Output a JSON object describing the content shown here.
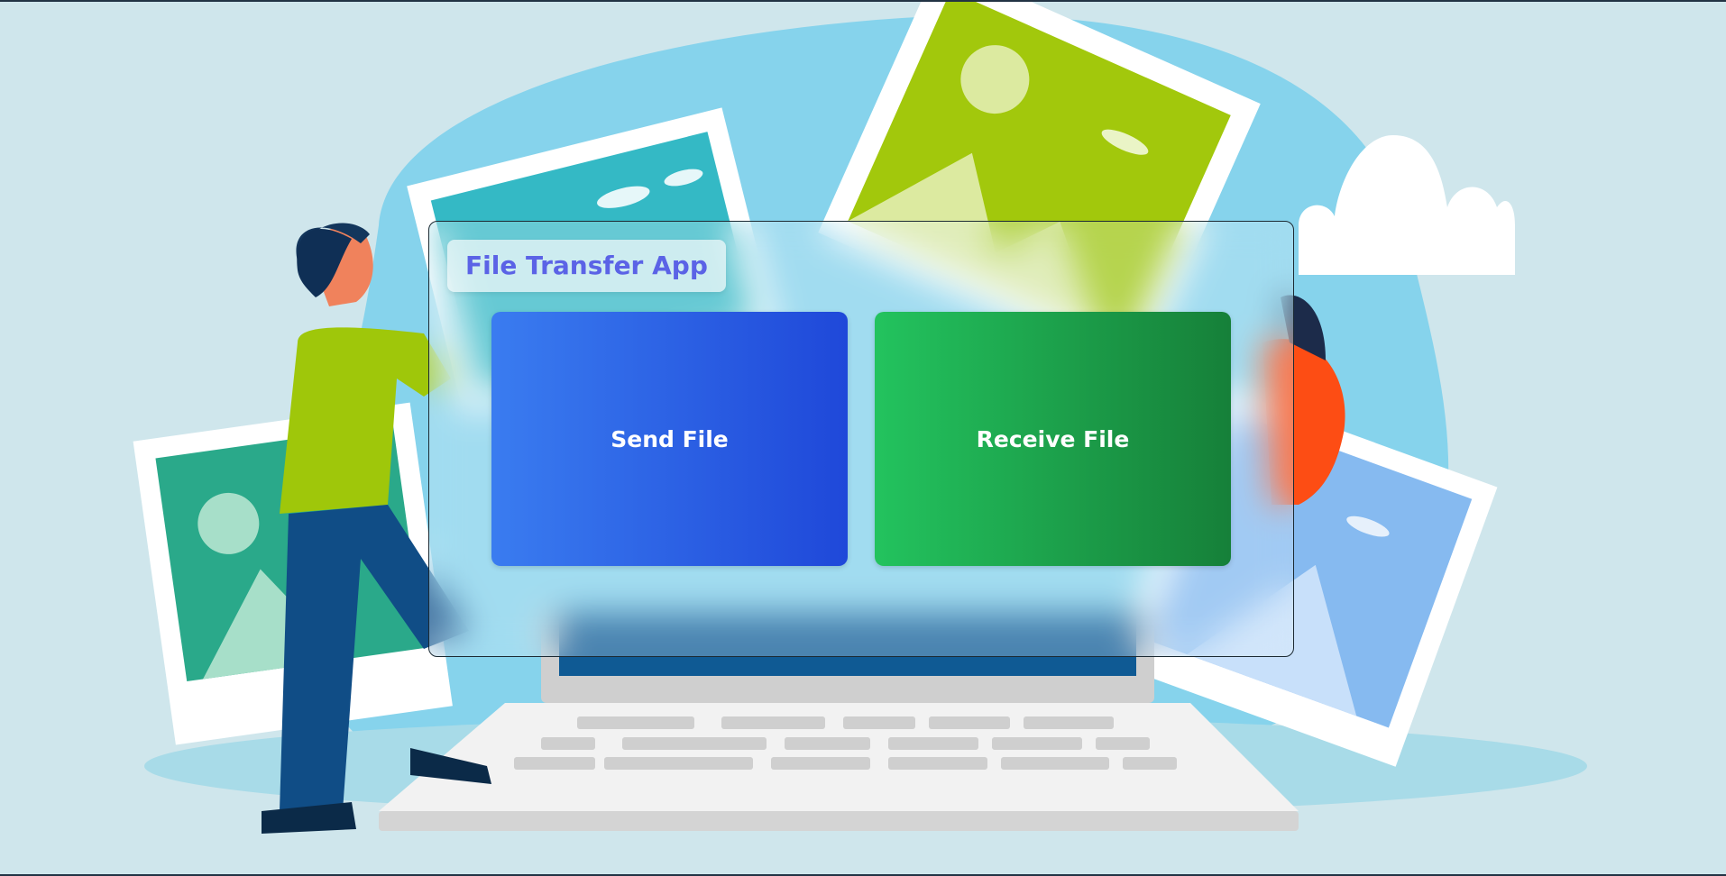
{
  "app": {
    "title": "File Transfer App"
  },
  "actions": {
    "send_label": "Send File",
    "receive_label": "Receive File"
  },
  "colors": {
    "title_text": "#5b63e6",
    "send_gradient_start": "#3a7cf0",
    "send_gradient_end": "#1f48d9",
    "receive_gradient_start": "#23c35e",
    "receive_gradient_end": "#168039",
    "background": "#cfe6ec"
  },
  "icons": {
    "background": "file-transfer-illustration"
  }
}
